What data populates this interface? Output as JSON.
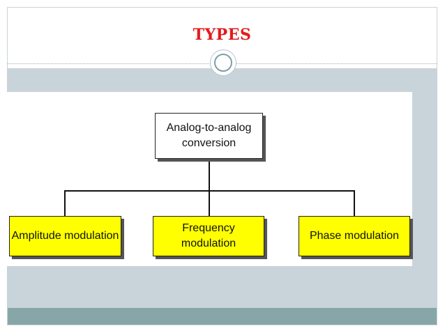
{
  "slide": {
    "title": "TYPES"
  },
  "diagram": {
    "root": {
      "line1": "Analog-to-analog",
      "line2": "conversion"
    },
    "children": [
      {
        "label": "Amplitude modulation"
      },
      {
        "label": "Frequency modulation"
      },
      {
        "label": "Phase modulation"
      }
    ],
    "colors": {
      "root_fill": "#ffffff",
      "child_fill": "#ffff00",
      "title": "#e31b1b",
      "band": "#c8d4d9",
      "footer": "#87a6a8"
    }
  }
}
